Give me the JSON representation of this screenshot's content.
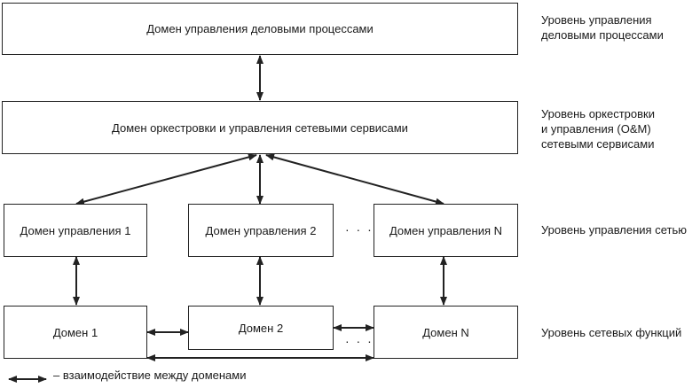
{
  "boxes": {
    "bpm": "Домен управления деловыми процессами",
    "orch": "Домен оркестровки и управления сетевыми сервисами",
    "mgmt1": "Домен управления 1",
    "mgmt2": "Домен управления 2",
    "mgmtN": "Домен управления N",
    "dom1": "Домен 1",
    "dom2": "Домен 2",
    "domN": "Домен N"
  },
  "levels": {
    "business": "Уровень управления\nделовыми процессами",
    "orchestration": "Уровень оркестровки\nи управления (O&M)\nсетевыми сервисами",
    "network_mgmt": "Уровень управления сетью",
    "network_functions": "Уровень сетевых функций"
  },
  "ellipsis": "· · ·",
  "legend": "– взаимодействие между доменами"
}
